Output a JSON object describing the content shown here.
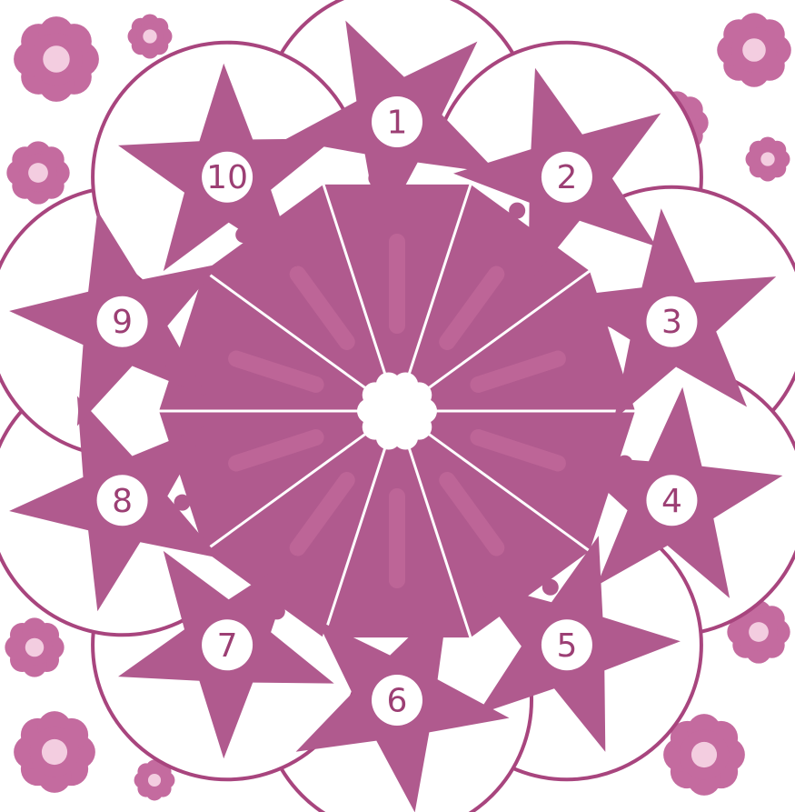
{
  "colors": {
    "primary": "#b05a8e",
    "flower_outer": "#c46b9f",
    "flower_inner": "#f3cde0",
    "line": "#a8457e",
    "background": "#ffffff"
  },
  "star_numbers": [
    "1",
    "2",
    "3",
    "4",
    "5",
    "6",
    "7",
    "8",
    "9",
    "10"
  ],
  "center": {
    "shape": "white-flower"
  }
}
